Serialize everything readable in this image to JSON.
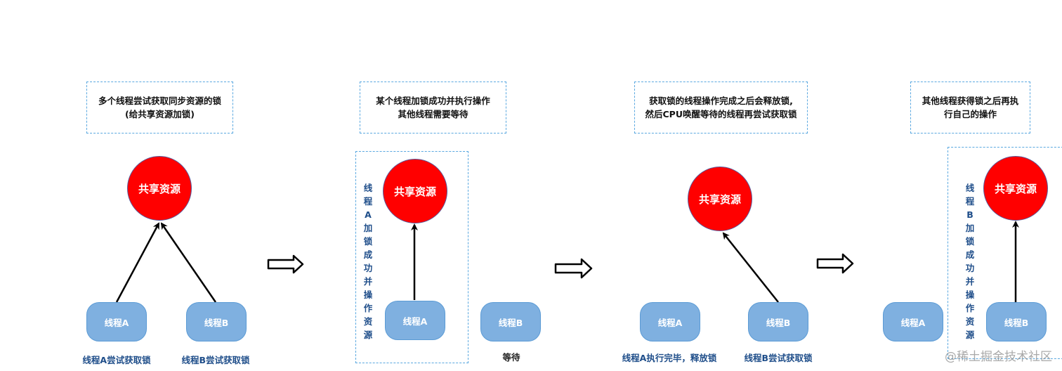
{
  "colors": {
    "resource": "#ff0000",
    "thread_fill": "#7fb0e0",
    "thread_border": "#5b9bd5",
    "dashed_border": "#5aa8e0",
    "caption": "#1f4e8a"
  },
  "panels": [
    {
      "note": "多个线程尝试获取同步资源的锁\n(给共享资源加锁)",
      "resource": "共享资源",
      "threads": [
        "线程A",
        "线程B"
      ],
      "captions": [
        "线程A尝试获取锁",
        "线程B尝试获取锁"
      ]
    },
    {
      "note": "某个线程加锁成功并执行操作\n其他线程需要等待",
      "resource": "共享资源",
      "threads": [
        "线程A",
        "线程B"
      ],
      "group_label": "线程A加锁成功并操作资源",
      "captions": [
        "等待"
      ]
    },
    {
      "note": "获取锁的线程操作完成之后会释放锁,\n然后CPU唤醒等待的线程再尝试获取锁",
      "resource": "共享资源",
      "threads": [
        "线程A",
        "线程B"
      ],
      "captions": [
        "线程A执行完毕，释放锁",
        "线程B尝试获取锁"
      ]
    },
    {
      "note": "其他线程获得锁之后再执\n行自己的操作",
      "resource": "共享资源",
      "threads": [
        "线程A",
        "线程B"
      ],
      "group_label": "线程B加锁成功并操作资源"
    }
  ],
  "transition_arrows": [
    "arrow-right",
    "arrow-right",
    "arrow-right"
  ],
  "watermark": "@稀土掘金技术社区"
}
